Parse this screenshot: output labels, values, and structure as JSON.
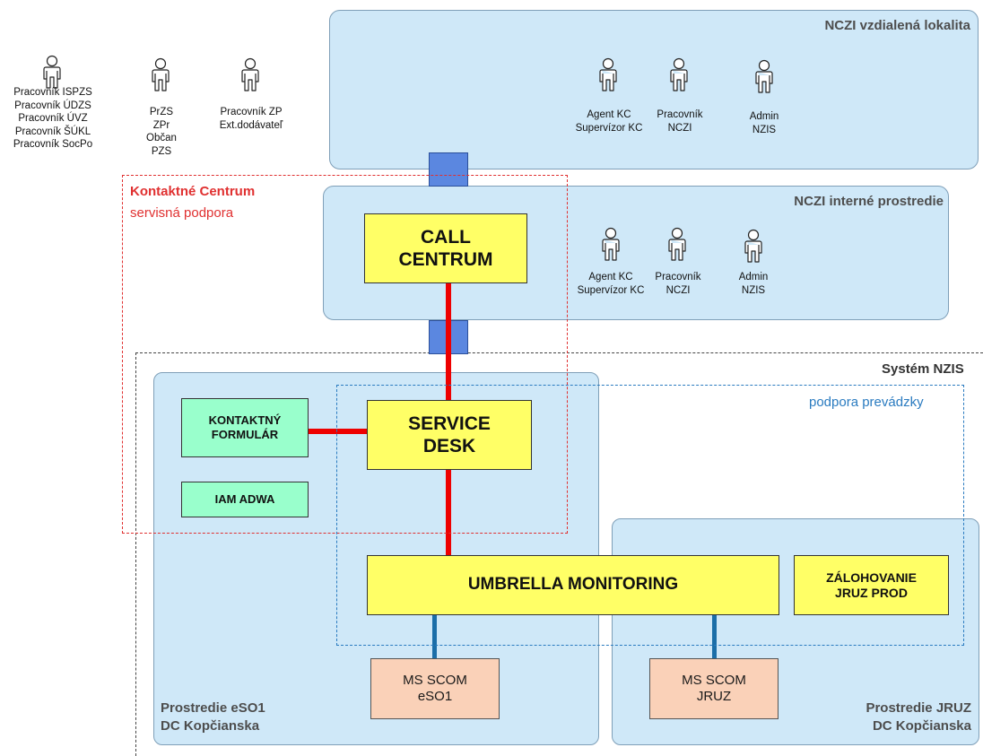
{
  "external_users": {
    "group1": "Pracovník ISPZS\nPracovník ÚDZS\nPracovník ÚVZ\nPracovník ŠÚKL\nPracovník SocPo",
    "group2": "PrZS\nZPr\nObčan\nPZS",
    "group3": "Pracovník ZP\nExt.dodávateľ"
  },
  "remote_zone": {
    "title": "NCZI vzdialená lokalita",
    "roles": [
      "Agent KC\nSupervízor KC",
      "Pracovník\nNCZI",
      "Admin\nNZIS"
    ]
  },
  "internal_zone": {
    "title": "NCZI interné prostredie",
    "roles": [
      "Agent KC\nSupervízor KC",
      "Pracovník\nNCZI",
      "Admin\nNZIS"
    ]
  },
  "contact_center": {
    "title": "Kontaktné Centrum",
    "subtitle": "servisná podpora"
  },
  "system": {
    "title": "Systém NZIS",
    "support_label": "podpora prevádzky"
  },
  "boxes": {
    "call_centrum": "CALL\nCENTRUM",
    "service_desk": "SERVICE\nDESK",
    "kontaktny_formular": "KONTAKTNÝ\nFORMULÁR",
    "iam_adwa": "IAM ADWA",
    "umbrella": "UMBRELLA MONITORING",
    "zalohovanie": "ZÁLOHOVANIE\nJRUZ PROD",
    "scom_eso1": "MS SCOM\neSO1",
    "scom_jruz": "MS SCOM\nJRUZ"
  },
  "environments": {
    "eso1": "Prostredie eSO1\nDC Kopčianska",
    "jruz": "Prostredie JRUZ\nDC Kopčianska"
  },
  "colors": {
    "zone_fill": "#cfe8f8",
    "box_yellow": "#ffff66",
    "box_green": "#99ffcc",
    "box_salmon": "#fad1b8",
    "link_red": "#ee0000",
    "link_blue": "#1b6ea8",
    "connector": "#5b87e0",
    "contact_center_red": "#e03030",
    "support_blue": "#2a7bc0"
  },
  "icons": [
    "person-icon"
  ]
}
